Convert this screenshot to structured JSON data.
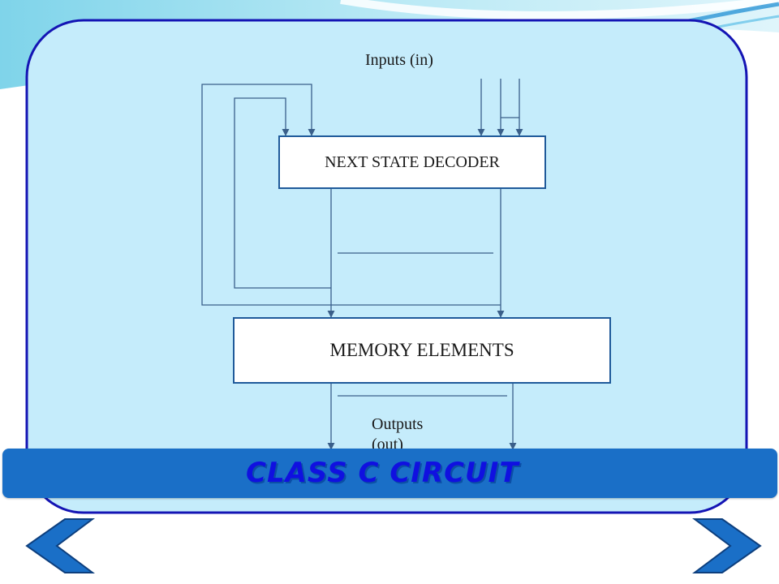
{
  "slide": {
    "inputs_label": "Inputs (in)",
    "next_state_decoder_label": "NEXT STATE DECODER",
    "memory_elements_label": "MEMORY ELEMENTS",
    "outputs_label_line1": "Outputs",
    "outputs_label_line2": "(out)",
    "title": "CLASS  C CIRCUIT"
  },
  "nav": {
    "previous_icon": "chevron-left-icon",
    "next_icon": "chevron-right-icon"
  },
  "colors": {
    "panel_fill": "#c5ecfb",
    "panel_border": "#1414b4",
    "line": "#3a5f8a",
    "box_border": "#1f5a9a",
    "banner_fill": "#1a6fc7",
    "title_text": "#1010e0",
    "nav_fill": "#1a6fc7"
  }
}
